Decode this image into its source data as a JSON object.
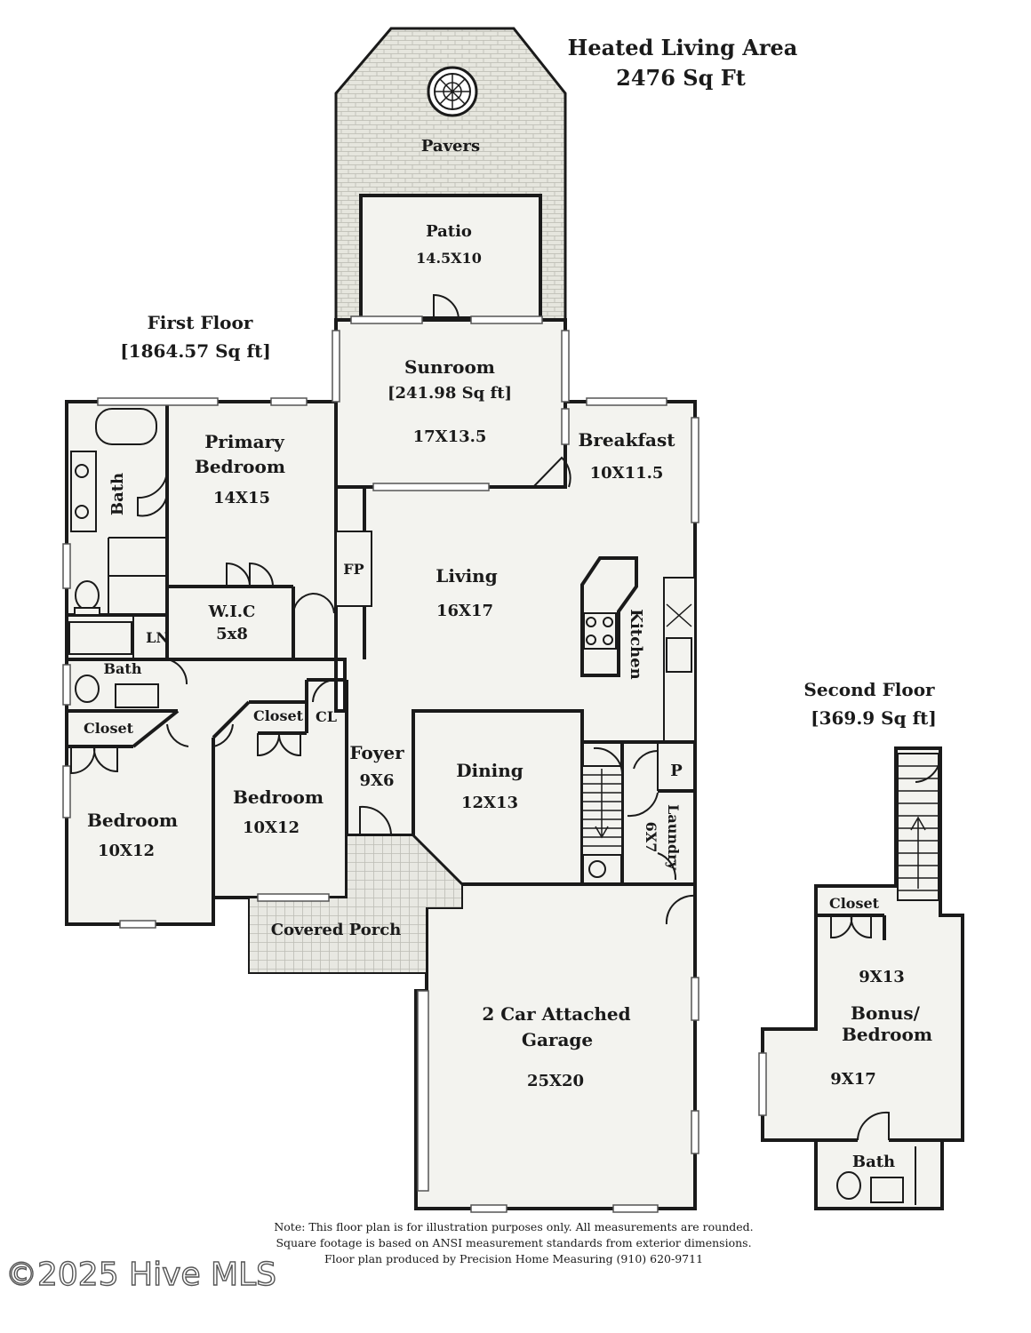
{
  "header": {
    "title": "Heated Living Area",
    "total": "2476 Sq Ft"
  },
  "first_floor": {
    "title": "First Floor",
    "area": "[1864.57 Sq ft]"
  },
  "second_floor": {
    "title": "Second Floor",
    "area": "[369.9 Sq ft]"
  },
  "rooms": {
    "pavers": {
      "name": "Pavers"
    },
    "patio": {
      "name": "Patio",
      "dim": "14.5X10"
    },
    "sunroom": {
      "name": "Sunroom",
      "area": "[241.98 Sq ft]",
      "dim": "17X13.5"
    },
    "breakfast": {
      "name": "Breakfast",
      "dim": "10X11.5"
    },
    "primary_bedroom": {
      "name_line1": "Primary",
      "name_line2": "Bedroom",
      "dim": "14X15"
    },
    "primary_bath": {
      "name": "Bath"
    },
    "wic": {
      "name": "W.I.C",
      "dim": "5x8"
    },
    "linen": {
      "name": "LN"
    },
    "hall_bath": {
      "name": "Bath"
    },
    "fireplace": {
      "name": "FP"
    },
    "living": {
      "name": "Living",
      "dim": "16X17"
    },
    "kitchen": {
      "name": "Kitchen"
    },
    "closet_left": {
      "name": "Closet"
    },
    "closet_mid": {
      "name": "Closet"
    },
    "coat_closet": {
      "name": "CL"
    },
    "foyer": {
      "name": "Foyer",
      "dim": "9X6"
    },
    "dining": {
      "name": "Dining",
      "dim": "12X13"
    },
    "pantry": {
      "name": "P"
    },
    "laundry": {
      "name": "Laundry",
      "dim": "6X7"
    },
    "bedroom_left": {
      "name": "Bedroom",
      "dim": "10X12"
    },
    "bedroom_mid": {
      "name": "Bedroom",
      "dim": "10X12"
    },
    "covered_porch": {
      "name": "Covered Porch"
    },
    "garage": {
      "name_line1": "2 Car Attached",
      "name_line2": "Garage",
      "dim": "25X20"
    },
    "bonus_closet": {
      "name": "Closet"
    },
    "bonus": {
      "dim_top": "9X13",
      "name_line1": "Bonus/",
      "name_line2": "Bedroom",
      "dim": "9X17"
    },
    "upper_bath": {
      "name": "Bath"
    }
  },
  "note": {
    "line1": "Note: This floor plan is for illustration purposes only. All measurements are rounded.",
    "line2": "Square footage is based on ANSI measurement standards from exterior dimensions.",
    "line3": "Floor plan produced by Precision Home Measuring (910) 620-9711"
  },
  "watermark": "©2025 Hive MLS",
  "colors": {
    "floor": "#f3f3ef",
    "wall": "#1a1a1a",
    "paver": "#e4e4dc"
  }
}
